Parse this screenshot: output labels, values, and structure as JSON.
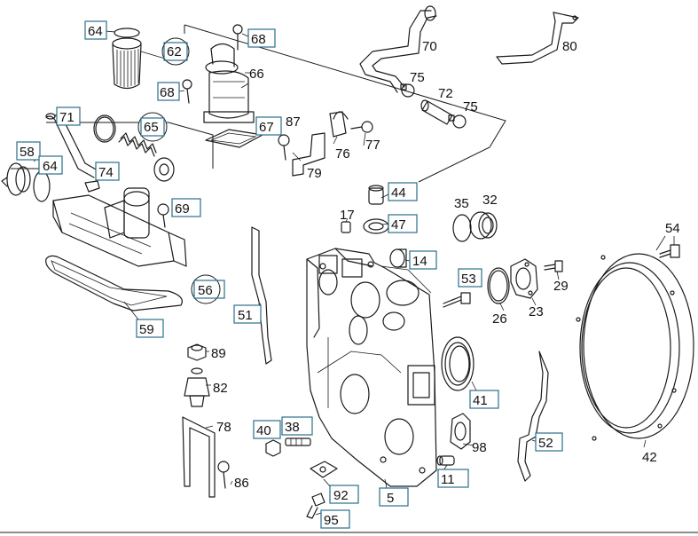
{
  "diagram_title": "",
  "callouts": {
    "p64a": "64",
    "p62": "62",
    "p68a": "68",
    "p70": "70",
    "p80": "80",
    "p66": "66",
    "p68b": "68",
    "p75a": "75",
    "p72": "72",
    "p75b": "75",
    "p71": "71",
    "p65": "65",
    "p67": "67",
    "p87": "87",
    "p76": "76",
    "p77": "77",
    "p58": "58",
    "p64b": "64",
    "p74": "74",
    "p79": "79",
    "p44": "44",
    "p35": "35",
    "p32": "32",
    "p69": "69",
    "p17": "17",
    "p47": "47",
    "p54": "54",
    "p14": "14",
    "p53": "53",
    "p29": "29",
    "p56": "56",
    "p26": "26",
    "p23": "23",
    "p51": "51",
    "p59": "59",
    "p89": "89",
    "p82": "82",
    "p41": "41",
    "p78": "78",
    "p40": "40",
    "p38": "38",
    "p98": "98",
    "p52": "52",
    "p42": "42",
    "p86": "86",
    "p11": "11",
    "p92": "92",
    "p5": "5",
    "p95": "95"
  }
}
